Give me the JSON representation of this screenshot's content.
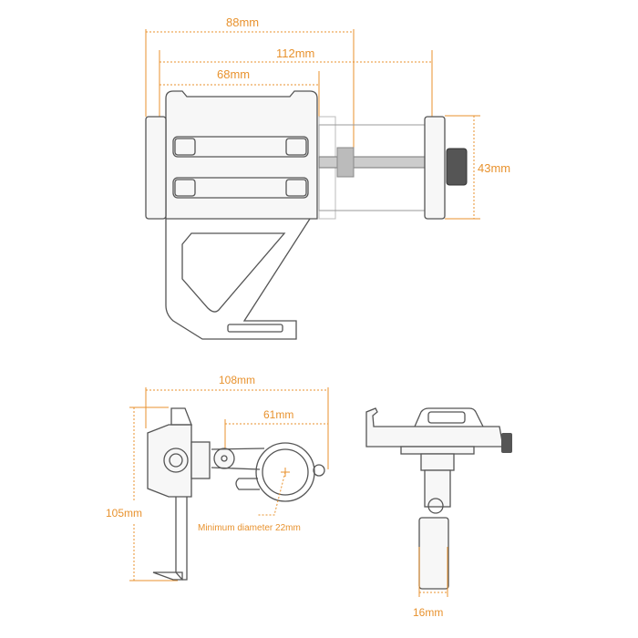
{
  "top_view": {
    "width_outer": "88mm",
    "width_max": "112mm",
    "width_inner": "68mm",
    "height_clamp": "43mm"
  },
  "side_view": {
    "length_total": "108mm",
    "clamp_offset": "61mm",
    "height_total": "105mm",
    "clamp_note": "Minimum diameter 22mm"
  },
  "front_view": {
    "arm_width": "16mm"
  },
  "colors": {
    "dimension": "#e8922e",
    "outline": "#555555"
  }
}
